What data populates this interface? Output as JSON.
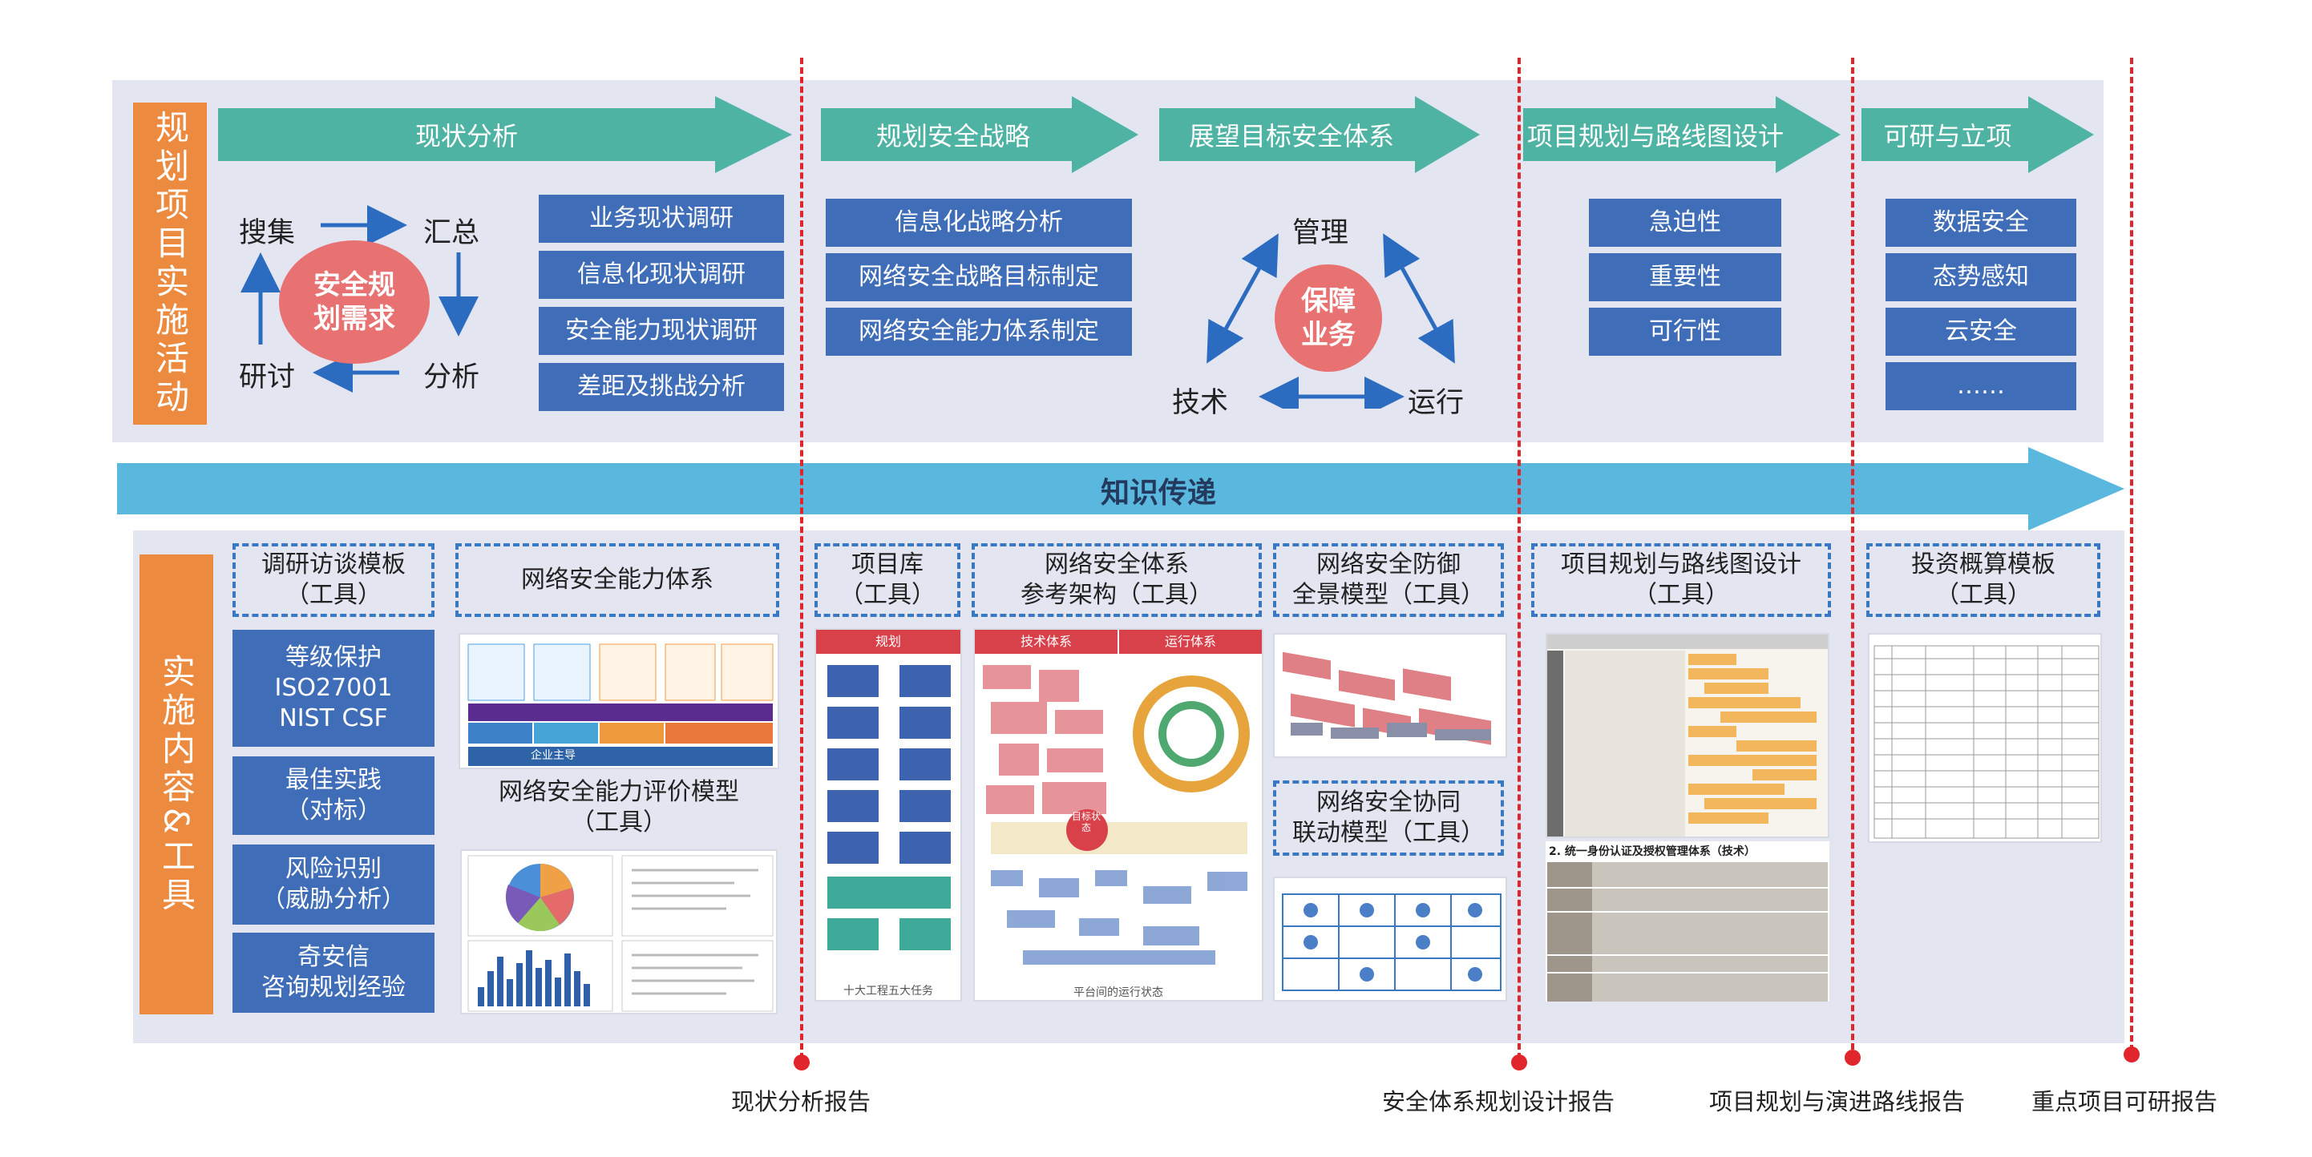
{
  "top_panel": {
    "side_label": "规划项目实施活动",
    "phases": [
      "现状分析",
      "规划安全战略",
      "展望目标安全体系",
      "项目规划与路线图设计",
      "可研与立项"
    ],
    "cycle": {
      "center": "安全规划需求",
      "steps": [
        "搜集",
        "汇总",
        "分析",
        "研讨"
      ]
    },
    "status_items": [
      "业务现状调研",
      "信息化现状调研",
      "安全能力现状调研",
      "差距及挑战分析"
    ],
    "strategy_items": [
      "信息化战略分析",
      "网络安全战略目标制定",
      "网络安全能力体系制定"
    ],
    "triangle": {
      "center": "保障业务",
      "vertices": [
        "管理",
        "技术",
        "运行"
      ]
    },
    "criteria": [
      "急迫性",
      "重要性",
      "可行性"
    ],
    "projects": [
      "数据安全",
      "态势感知",
      "云安全",
      "……"
    ]
  },
  "knowledge_bar": "知识传递",
  "bottom_panel": {
    "side_label": "实施内容&工具",
    "tool_headers": {
      "interview": "调研访谈模板\n（工具）",
      "capability": "网络安全能力体系",
      "project_lib": "项目库\n（工具）",
      "reference_arch": "网络安全体系\n参考架构（工具）",
      "defense_model": "网络安全防御\n全景模型（工具）",
      "roadmap": "项目规划与路线图设计\n（工具）",
      "budget": "投资概算模板\n（工具）",
      "collab_model": "网络安全协同\n联动模型（工具）"
    },
    "standards": [
      "等级保护\nISO27001\nNIST CSF",
      "最佳实践\n（对标）",
      "风险识别\n（威胁分析）",
      "奇安信\n咨询规划经验"
    ],
    "eval_model_caption": "网络安全能力评价模型\n（工具）",
    "thumbnail_texts": {
      "capability_bar": "企业主导",
      "project_lib_title": "规划",
      "project_lib_footer": "十大工程五大任务",
      "arch_tab1": "技术体系",
      "arch_tab2": "运行体系",
      "arch_footer": "平台间的运行状态",
      "arch_badge": "目标状态",
      "roadmap_sub": "2. 统一身份认证及授权管理体系（技术）"
    }
  },
  "reports": [
    "现状分析报告",
    "安全体系规划设计报告",
    "项目规划与演进路线报告",
    "重点项目可研报告"
  ],
  "colors": {
    "panel_bg": "#e3e5f1",
    "side_label": "#ec8a3f",
    "arrow_teal": "#4fb3a4",
    "box_blue": "#3f6db7",
    "knowledge_bar": "#5ab7de",
    "circle_red": "#e87172",
    "divider_red": "#e0262c",
    "dashed_border": "#3a78c2"
  }
}
